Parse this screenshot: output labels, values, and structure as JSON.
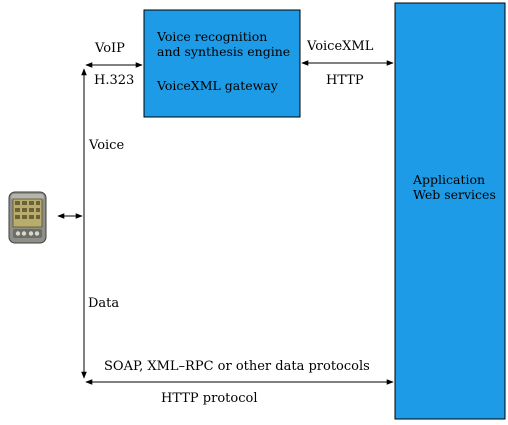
{
  "gateway_box": {
    "line1": "Voice recognition",
    "line2": "and synthesis engine",
    "line3": "VoiceXML gateway",
    "fill": "#1E9BE6"
  },
  "app_box": {
    "line1": "Application",
    "line2": "Web services",
    "fill": "#1E9BE6"
  },
  "labels": {
    "voip": "VoIP",
    "h323": "H.323",
    "voicexml": "VoiceXML",
    "http": "HTTP",
    "voice": "Voice",
    "data": "Data",
    "soap": "SOAP, XML–RPC or other data protocols",
    "http_protocol": "HTTP protocol"
  },
  "device": {
    "icon": "pda-handheld-icon"
  }
}
